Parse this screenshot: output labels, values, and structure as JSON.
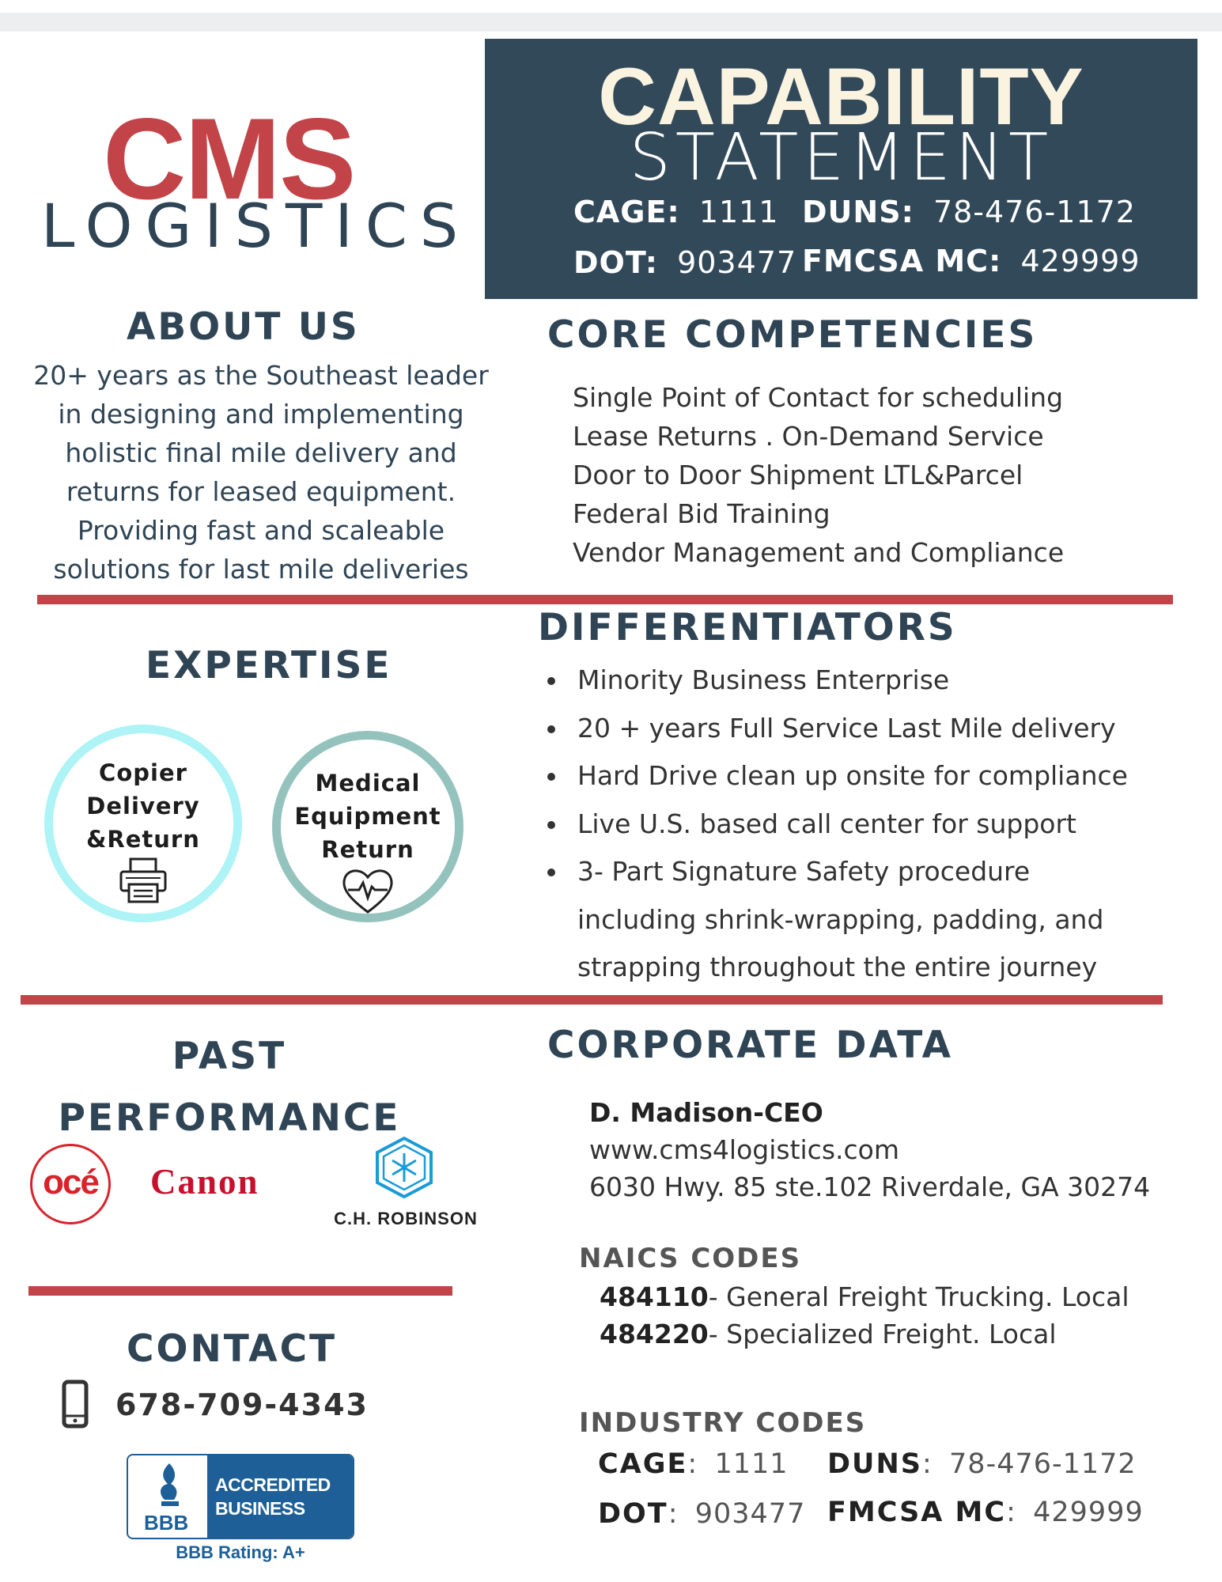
{
  "logo": {
    "primary": "CMS",
    "secondary": "LOGISTICS"
  },
  "header": {
    "title": "CAPABILITY",
    "subtitle": "STATEMENT",
    "codes": [
      {
        "label": "CAGE",
        "value": "1111"
      },
      {
        "label": "DUNS",
        "value": "78-476-1172"
      },
      {
        "label": "DOT",
        "value": "903477"
      },
      {
        "label": "FMCSA MC",
        "value": "429999"
      }
    ]
  },
  "about": {
    "heading": "ABOUT US",
    "lines": [
      "20+ years as the Southeast leader",
      "in designing and implementing",
      "holistic final mile delivery and",
      "returns for leased equipment.",
      "Providing fast and scaleable",
      "solutions for last mile deliveries"
    ]
  },
  "core": {
    "heading": "CORE COMPETENCIES",
    "items": [
      "Single Point of Contact for scheduling",
      "Lease Returns  . On-Demand Service",
      "Door to Door Shipment LTL&Parcel",
      "Federal Bid Training",
      "Vendor Management and Compliance"
    ]
  },
  "expertise": {
    "heading": "EXPERTISE",
    "circles": [
      {
        "lines": [
          "Copier",
          "Delivery",
          "&Return"
        ],
        "icon": "printer-icon",
        "color": "#aef3f6"
      },
      {
        "lines": [
          "Medical",
          "Equipment",
          "Return"
        ],
        "icon": "heartbeat-icon",
        "color": "#94c3be"
      }
    ]
  },
  "differentiators": {
    "heading": "DIFFERENTIATORS",
    "items": [
      "Minority Business Enterprise",
      "20 + years Full Service Last Mile delivery",
      "Hard Drive clean up onsite for compliance",
      "Live U.S. based call center for support",
      "3- Part Signature Safety procedure",
      "including shrink-wrapping, padding, and",
      "strapping throughout the entire journey"
    ]
  },
  "past_performance": {
    "heading_line1": "PAST",
    "heading_line2": "PERFORMANCE",
    "partners": [
      "océ",
      "Canon",
      "C.H. ROBINSON"
    ]
  },
  "contact": {
    "heading": "CONTACT",
    "phone": "678-709-4343",
    "bbb": {
      "mark": "BBB",
      "line1": "ACCREDITED",
      "line2": "BUSINESS",
      "rating": "BBB Rating: A+"
    }
  },
  "corporate": {
    "heading": "CORPORATE DATA",
    "name": "D. Madison-CEO",
    "website": "www.cms4logistics.com",
    "address": "6030 Hwy. 85 ste.102 Riverdale, GA 30274",
    "naics_heading": "NAICS CODES",
    "naics": [
      {
        "code": "484110",
        "desc": "- General Freight Trucking. Local"
      },
      {
        "code": "484220",
        "desc": "- Specialized Freight. Local"
      }
    ],
    "industry_heading": "INDUSTRY CODES",
    "industry_codes": [
      {
        "label": "CAGE",
        "value": "1111"
      },
      {
        "label": "DUNS",
        "value": "78-476-1172"
      },
      {
        "label": "DOT",
        "value": "903477"
      },
      {
        "label": "FMCSA MC",
        "value": "429999"
      }
    ]
  },
  "colors": {
    "navy": "#32495a",
    "accent_red": "#c24449",
    "cyan": "#aef3f6",
    "teal": "#94c3be",
    "bbb_blue": "#1d5f96"
  }
}
